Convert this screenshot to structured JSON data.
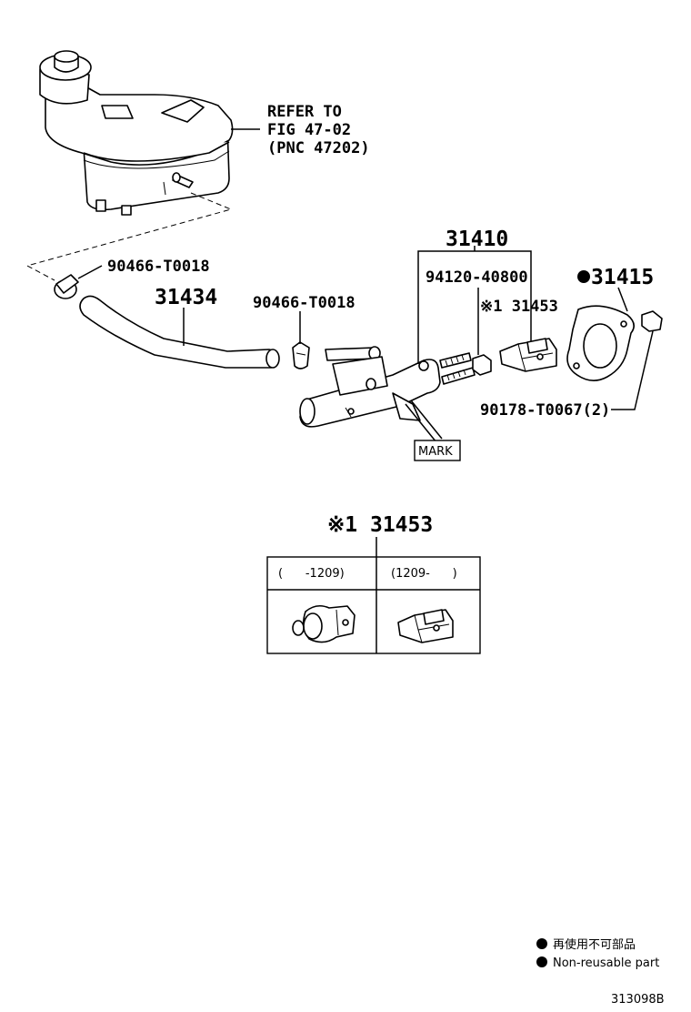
{
  "labels": {
    "refer_line1": "REFER TO",
    "refer_line2": "FIG 47-02",
    "refer_line3": "(PNC 47202)",
    "clamp_left": "90466-T0018",
    "hose": "31434",
    "clamp_right": "90466-T0018",
    "master_cylinder": "31410",
    "nut": "94120-40800",
    "clevis": "※1 31453",
    "gasket": "31415",
    "bolt": "90178-T0067(2)",
    "mark": "MARK"
  },
  "inset": {
    "title": "※1 31453",
    "col1_header": "(      -1209)",
    "col2_header": "(1209-      )"
  },
  "legend": {
    "line1": "再使用不可部品",
    "line2": "Non-reusable part"
  },
  "figure_number": "313098B"
}
